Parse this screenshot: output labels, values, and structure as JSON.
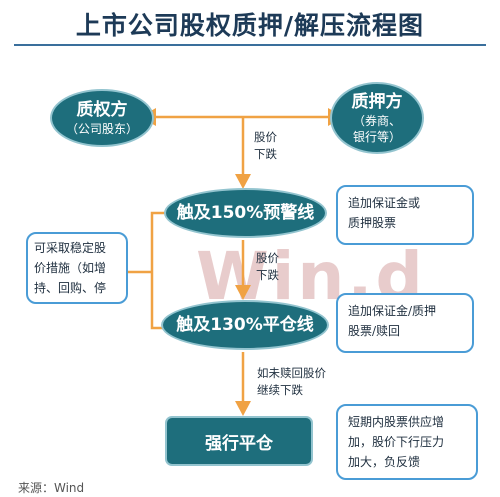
{
  "title": "上市公司股权质押/解压流程图",
  "watermark": "Win.d",
  "source": "来源：Wind",
  "nodes": {
    "pledgor": {
      "name": "质权方",
      "sub": "（公司股东）"
    },
    "pledgee": {
      "name": "质押方",
      "sub": [
        "（券商、",
        "银行等）"
      ]
    },
    "warning": "触及150%预警线",
    "closeout": "触及130%平仓线",
    "liquidation": "强行平仓"
  },
  "edge_labels": {
    "price_drop_1": [
      "股价",
      "下跌"
    ],
    "price_drop_2": [
      "股价",
      "下跌"
    ],
    "no_buyback": [
      "如未赎回股价",
      "继续下跌"
    ]
  },
  "notes": {
    "warning_action": [
      "追加保证金或",
      "质押股票"
    ],
    "closeout_action": [
      "追加保证金/质押",
      "股票/赎回"
    ],
    "company_measures": [
      "可采取稳定股",
      "价措施（如增",
      "持、回购、停"
    ],
    "liquidation_effect": [
      "短期内股票供应增",
      "加，股价下行压力",
      "加大，负反馈"
    ]
  },
  "colors": {
    "node_fill": "#1e6e7c",
    "node_border": "#93c4cf",
    "arrow": "#f0a244",
    "note_border": "#4a9cd6"
  }
}
